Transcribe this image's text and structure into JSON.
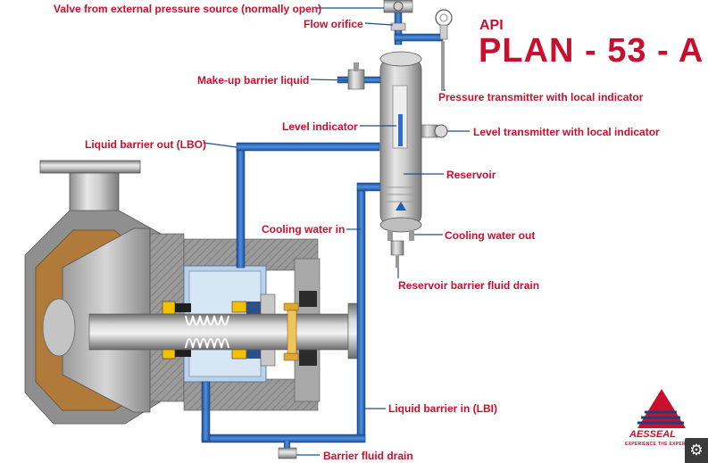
{
  "title": {
    "api": "API",
    "main": "PLAN - 53 - A"
  },
  "labels": {
    "valve_external": "Valve from external pressure source (normally open)",
    "flow_orifice": "Flow orifice",
    "makeup": "Make-up barrier liquid",
    "pressure_tx": "Pressure transmitter with local indicator",
    "level_indicator": "Level indicator",
    "level_tx": "Level transmitter with local indicator",
    "lbo": "Liquid barrier out (LBO)",
    "reservoir": "Reservoir",
    "cooling_in": "Cooling water in",
    "cooling_out": "Cooling water out",
    "reservoir_drain": "Reservoir barrier fluid drain",
    "lbi": "Liquid barrier in (LBI)",
    "barrier_drain": "Barrier fluid drain"
  },
  "logo": {
    "name": "AESSEAL",
    "tagline": "EXPERIENCE THE EXPERTS"
  },
  "colors": {
    "label": "#c8102e",
    "pipe": "#1f5fb0",
    "metal": "#b8b8b8",
    "casing": "#888888",
    "brass": "#b07a3a"
  },
  "icons": {
    "settings": "gear-icon"
  }
}
